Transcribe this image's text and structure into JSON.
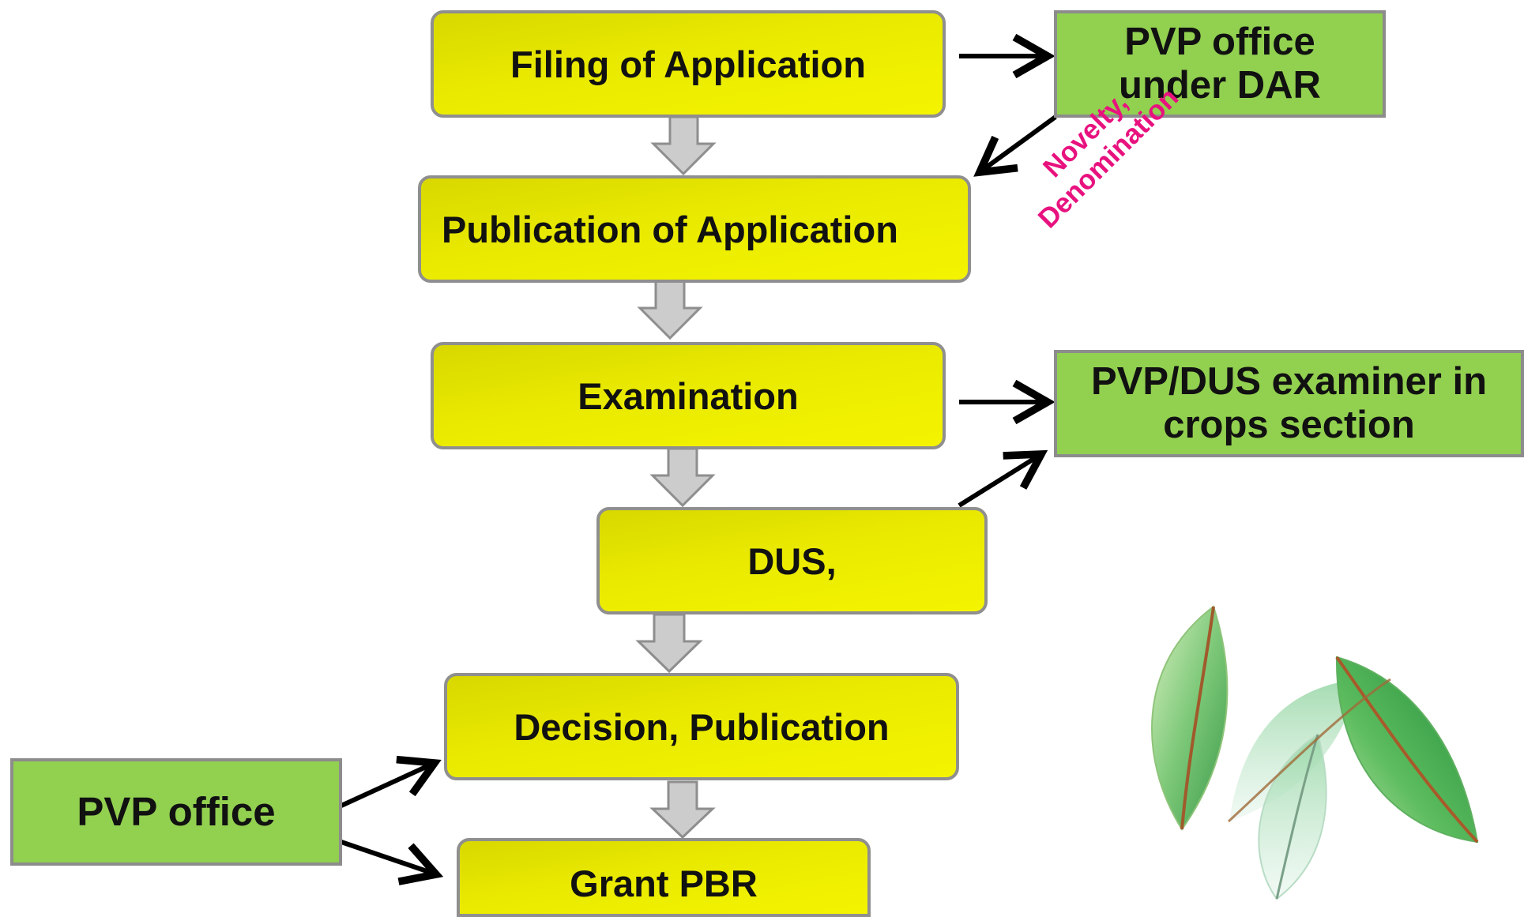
{
  "steps": {
    "filing": "Filing of Application",
    "publication": "Publication of Application",
    "examination": "Examination",
    "dus": "DUS,",
    "decision": "Decision, Publication",
    "grant": "Grant PBR"
  },
  "side_boxes": {
    "pvp_dar_line1": "PVP office",
    "pvp_dar_line2": "under DAR",
    "examiner_line1": "PVP/DUS examiner in",
    "examiner_line2": "crops section",
    "pvp_office": "PVP office"
  },
  "annotation": {
    "line1": "Novelty,",
    "line2": "Denomination"
  },
  "colors": {
    "step_fill": "#eeee00",
    "side_fill": "#92d050",
    "annotation": "#e8127f",
    "flow_arrow": "#c8c8c8"
  }
}
